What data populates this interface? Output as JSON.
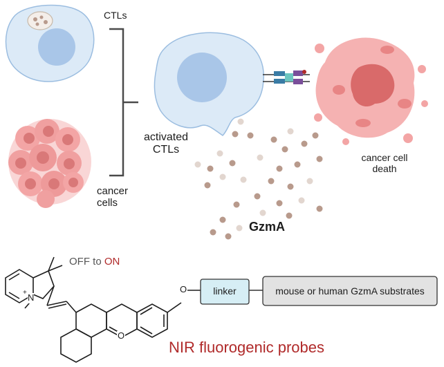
{
  "labels": {
    "ctls": "CTLs",
    "activated_ctls": "activated CTLs",
    "cancer_cells": "cancer cells",
    "cancer_cell_death": "cancer cell death",
    "gzma": "GzmA",
    "off": "OFF",
    "to": "to",
    "on": "ON",
    "linker": "linker",
    "substrates": "mouse or human GzmA substrates",
    "title": "NIR fluorogenic probes"
  },
  "atoms": {
    "nitrogen": "N",
    "plus": "+",
    "oxygen_ring": "O",
    "oxygen_link": "O"
  },
  "colors": {
    "ctl_fill": "#dceaf7",
    "ctl_stroke": "#9bbde0",
    "nucleus": "#a9c6e8",
    "cancer_fill": "#f3a5a5",
    "cancer_dark": "#d96a6a",
    "granule": "#b89a8c",
    "title_red": "#b02a2a",
    "box_fill": "#e2e2e2",
    "linker_fill": "#d6eef5"
  },
  "icons": [
    "ctl-cell-icon",
    "cancer-cluster-icon",
    "activated-ctl-icon",
    "receptor-icon",
    "dying-cancer-cell-icon",
    "granule-icon"
  ]
}
